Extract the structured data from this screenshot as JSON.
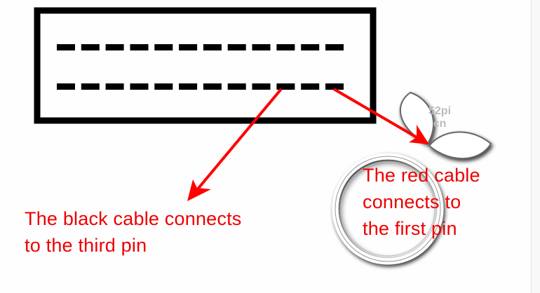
{
  "diagram": {
    "title_hidden": null,
    "connector": {
      "rows": 2,
      "pins_per_row": 12
    },
    "annotations": [
      {
        "id": "black",
        "lines": [
          "The black cable connects",
          "to the third pin"
        ]
      },
      {
        "id": "red",
        "lines": [
          "The red cable",
          "connects to",
          "the first pin"
        ]
      }
    ],
    "watermark": {
      "text_lines": [
        "52pi",
        "cn"
      ]
    },
    "colors": {
      "annotation": "#ee0000",
      "connector": "#000000",
      "background": "#fefefe"
    }
  }
}
